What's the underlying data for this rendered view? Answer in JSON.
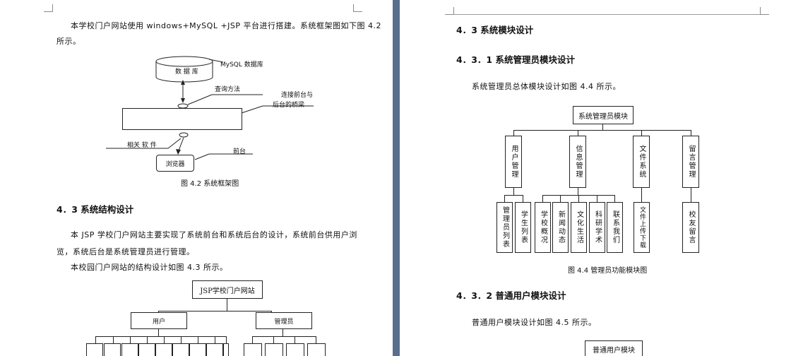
{
  "left_page": {
    "para_intro_line1": "本学校门户网站使用 windows+MySQL +JSP 平台进行搭建。系统框架图如下图 4.2",
    "para_intro_line2": "所示。",
    "framework_diagram": {
      "db_label": "数 据 库",
      "mysql_label": "MySQL 数据库",
      "query_label": "查询方法",
      "bridge_label_line1": "连接前台与",
      "bridge_label_line2": "后台的桥梁",
      "software_label": "相关 软 件",
      "frontend_label": "前台",
      "browser_label": "浏览器"
    },
    "caption_4_2": "图 4.2 系统框架图",
    "heading_4_3": "4．3 系统结构设计",
    "para_struct_line1": "本 JSP 学校门户网站主要实现了系统前台和系统后台的设计，系统前台供用户浏",
    "para_struct_line2": "览，系统后台是系统管理员进行管理。",
    "para_struct_line3": "本校园门户网站的结构设计如图 4.3 所示。",
    "structure_diagram": {
      "root": "JSP学校门户网站",
      "user": "用户",
      "admin": "管理员"
    }
  },
  "right_page": {
    "heading_4_3": "4．3 系统模块设计",
    "heading_4_3_1": "4．3．1 系统管理员模块设计",
    "para_admin": "系统管理员总体模块设计如图 4.4 所示。",
    "admin_diagram": {
      "root": "系统管理员模块",
      "modules": [
        {
          "label": "用户管理",
          "children": [
            "管理员列表",
            "学生列表"
          ]
        },
        {
          "label": "信息管理",
          "children": [
            "学校概况",
            "新闻动态",
            "文化生活",
            "科研学术",
            "联系我们"
          ]
        },
        {
          "label": "文件系统",
          "children": [
            "文件上传下载"
          ]
        },
        {
          "label": "留言管理",
          "children": [
            "校友留言"
          ]
        }
      ]
    },
    "caption_4_4": "图 4.4 管理员功能模块图",
    "heading_4_3_2": "4．3．2 普通用户模块设计",
    "para_user": "普通用户模块设计如图 4.5 所示。",
    "user_root": "普通用户模块"
  }
}
